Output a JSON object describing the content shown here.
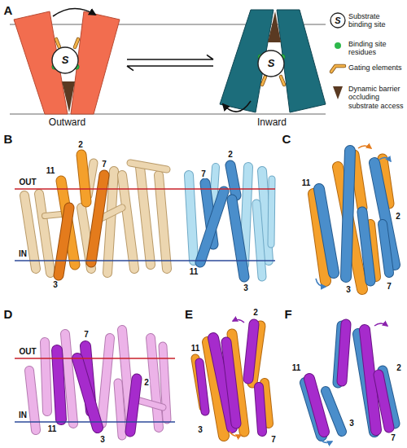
{
  "diagram": {
    "nodes": [
      {
        "text": [
          "Outward"
        ]
      },
      {
        "text": [
          "S"
        ],
        "in": 0
      },
      {
        "text": [
          "Inward"
        ]
      },
      {
        "text": [
          "S"
        ],
        "in": 2
      }
    ],
    "edges": [
      {
        "from": 0,
        "to": 2,
        "arrow": "both"
      }
    ],
    "labels": [
      "A",
      "B",
      "OUT",
      "IN",
      "2",
      "11",
      "7",
      "3",
      "7",
      "2",
      "11",
      "3",
      "C",
      "11",
      "2",
      "3",
      "7",
      "D",
      "OUT",
      "IN",
      "7",
      "2",
      "11",
      "3",
      "E",
      "2",
      "11",
      "3",
      "7",
      "F",
      "11",
      "2",
      "3",
      "7",
      "S"
    ],
    "legend": [
      {
        "text": "Substrate binding site"
      },
      {
        "text": "Binding site residues",
        "color": "#2db84b"
      },
      {
        "text": "Gating elements"
      },
      {
        "text": "Dynamic barrier occluding substrate access"
      }
    ]
  }
}
